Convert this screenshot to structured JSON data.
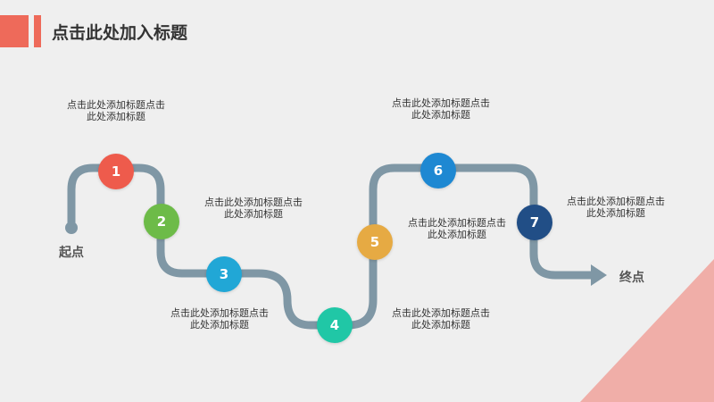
{
  "title": "点击此处加入标题",
  "start_label": "起点",
  "end_label": "终点",
  "colors": {
    "accent": "#ee6a5a",
    "path": "#7f97a5",
    "corner": "#f0aea8"
  },
  "nodes": [
    {
      "label": "1",
      "color": "#ee5b4c"
    },
    {
      "label": "2",
      "color": "#6dbb48"
    },
    {
      "label": "3",
      "color": "#21a7d6"
    },
    {
      "label": "4",
      "color": "#20c7a6"
    },
    {
      "label": "5",
      "color": "#e6aa43"
    },
    {
      "label": "6",
      "color": "#1e88d2"
    },
    {
      "label": "7",
      "color": "#214e86"
    }
  ],
  "captions": [
    {
      "line1": "点击此处添加标题点击",
      "line2": "此处添加标题"
    },
    {
      "line1": "点击此处添加标题点击",
      "line2": "此处添加标题"
    },
    {
      "line1": "点击此处添加标题点击",
      "line2": "此处添加标题"
    },
    {
      "line1": "点击此处添加标题点击",
      "line2": "此处添加标题"
    },
    {
      "line1": "点击此处添加标题点击",
      "line2": "此处添加标题"
    },
    {
      "line1": "点击此处添加标题点击",
      "line2": "此处添加标题"
    },
    {
      "line1": "点击此处添加标题点击",
      "line2": "此处添加标题"
    }
  ]
}
